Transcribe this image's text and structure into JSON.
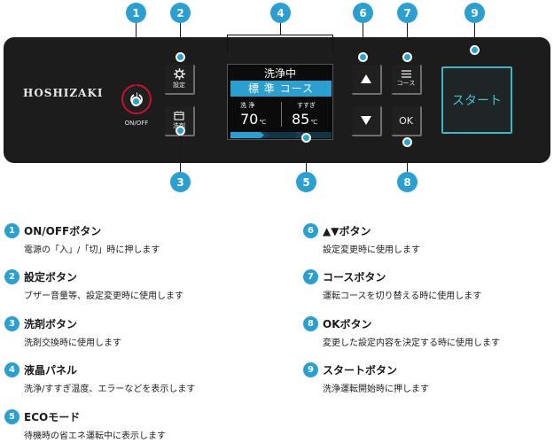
{
  "brand": "HOSHIZAKI",
  "power": {
    "label": "ON/OFF"
  },
  "buttons": {
    "settings": "設定",
    "detergent": "洗剤",
    "course": "コース",
    "ok": "OK",
    "start": "スタート"
  },
  "lcd": {
    "status": "洗浄中",
    "course": "標 準 コース",
    "wash_label": "洗 浄",
    "wash_temp": "70",
    "rinse_label": "すすぎ",
    "rinse_temp": "85",
    "unit": "℃"
  },
  "callouts": [
    "1",
    "2",
    "3",
    "4",
    "5",
    "6",
    "7",
    "8",
    "9"
  ],
  "legend": [
    {
      "num": "1",
      "title": "ON/OFFボタン",
      "desc": "電源の「入」/「切」時に押します"
    },
    {
      "num": "2",
      "title": "設定ボタン",
      "desc": "ブザー音量等、設定変更時に使用します"
    },
    {
      "num": "3",
      "title": "洗剤ボタン",
      "desc": "洗剤交換時に使用します"
    },
    {
      "num": "4",
      "title": "液晶パネル",
      "desc": "洗浄/すすぎ温度、エラーなどを表示します"
    },
    {
      "num": "5",
      "title": "ECOモード",
      "desc": "待機時の省エネ運転中に表示します"
    },
    {
      "num": "6",
      "title": "▲▼ボタン",
      "desc": "設定変更時に使用します"
    },
    {
      "num": "7",
      "title": "コースボタン",
      "desc": "運転コースを切り替える時に使用します"
    },
    {
      "num": "8",
      "title": "OKボタン",
      "desc": "変更した設定内容を決定する時に使用します"
    },
    {
      "num": "9",
      "title": "スタートボタン",
      "desc": "洗浄運転開始時に押します"
    }
  ],
  "colors": {
    "accent": "#2a9fd0",
    "power_ring": "#c8102e",
    "start": "#41c0cc",
    "panel": "#1c1c1c"
  }
}
